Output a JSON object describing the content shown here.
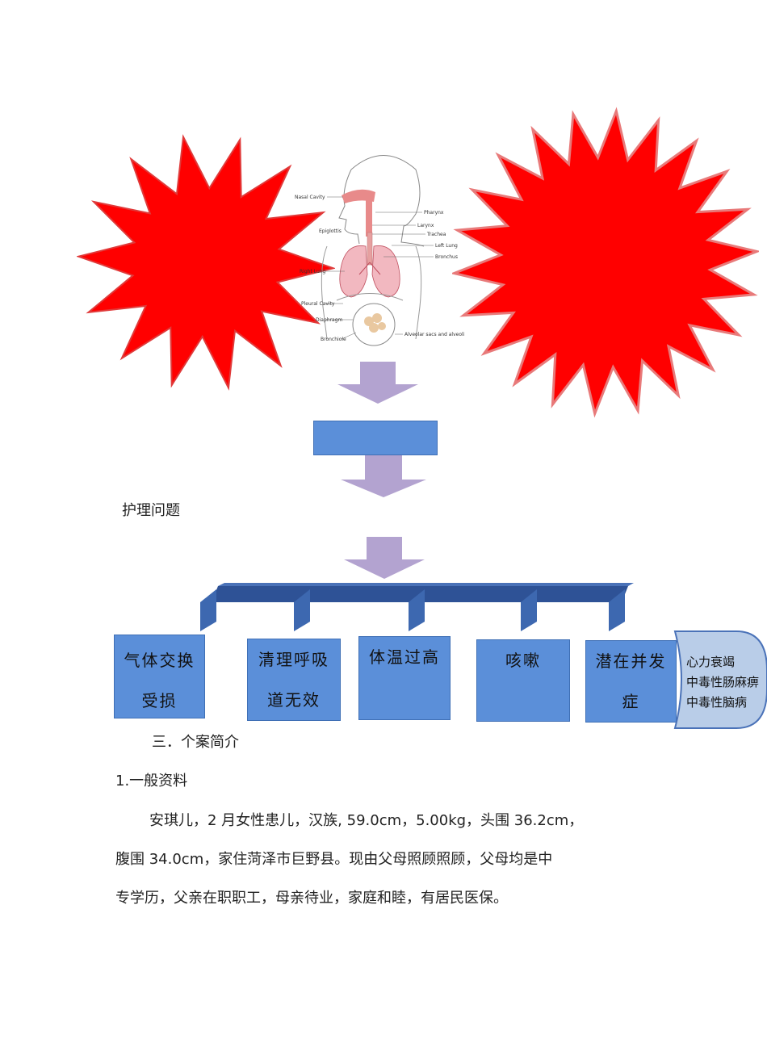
{
  "diagram": {
    "anatomy_labels": {
      "nasal_cavity": "Nasal Cavity",
      "pharynx": "Pharynx",
      "larynx": "Larynx",
      "trachea": "Trachea",
      "epiglottis": "Epiglottis",
      "left_lung": "Left Lung",
      "bronchus": "Bronchus",
      "right_lung": "Right Lung",
      "pleural_cavity": "Pleural Cavity",
      "diaphragm": "Diaphragm",
      "bronchiole": "Bronchiole",
      "alveolar": "Alveolar sacs and alveoli"
    },
    "center_box_label": "",
    "side_label": "护理问题",
    "problems": [
      {
        "line1": "气体交换",
        "line2": "受损"
      },
      {
        "line1": "清理呼吸",
        "line2": "道无效"
      },
      {
        "line1": "体温过高",
        "line2": ""
      },
      {
        "line1": "咳嗽",
        "line2": ""
      },
      {
        "line1": "潜在并发",
        "line2": "症"
      }
    ],
    "complications": [
      "心力衰竭",
      "中毒性肠麻痹",
      "中毒性脑病"
    ],
    "colors": {
      "starburst": "#ff0000",
      "box_blue": "#5b8fd9",
      "arrow": "#b3a3d0",
      "bar_dark": "#2e5296",
      "callout_fill": "#b9cde8"
    }
  },
  "document": {
    "section_heading": "三．个案简介",
    "subheading": "1.一般资料",
    "paragraph_lines": [
      "安琪儿，2 月女性患儿，汉族, 59.0cm，5.00kg，头围 36.2cm，",
      "腹围 34.0cm，家住菏泽市巨野县。现由父母照顾照顾，父母均是中",
      "专学历，父亲在职职工，母亲待业，家庭和睦，有居民医保。"
    ]
  }
}
